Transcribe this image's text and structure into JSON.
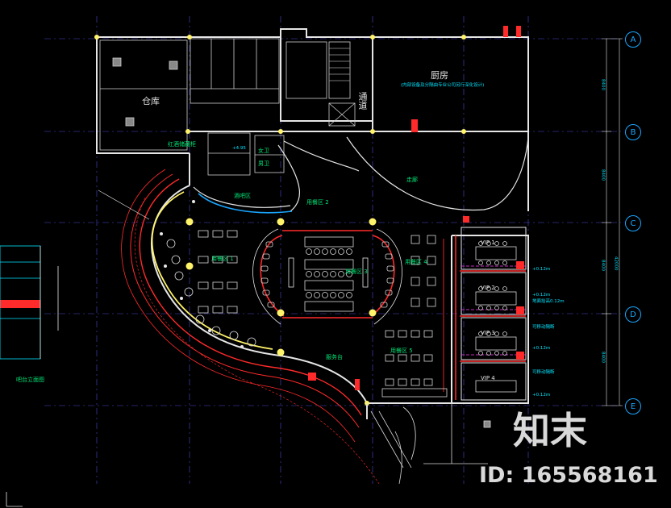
{
  "plan": {
    "kitchen": "厨房",
    "kitchen_note": "(内部设备及分隔由专业公司另行深化设计)",
    "warehouse": "仓库",
    "passage": "通道",
    "wine_room": "红酒储藏柜",
    "bar": "酒吧区",
    "dining_1": "用餐区 1",
    "dining_2": "用餐区 2",
    "dining_3": "用餐区 3",
    "dining_4": "用餐区 4",
    "dining_5": "用餐区 5",
    "service": "服务台",
    "ladies": "女卫",
    "gents": "男卫",
    "corridor": "走廊",
    "elev_note": "+4.95",
    "vip1": "VIP 1",
    "vip2": "VIP 2",
    "vip3": "VIP 3",
    "vip4": "VIP 4",
    "bar_elevation": "吧台立面图",
    "levels": [
      "+0.12m",
      "+0.12m",
      "+0.12m",
      "+0.12m"
    ],
    "level_notes": [
      "地面抬高0.12m",
      "可移动隔断",
      "可移动隔断"
    ]
  },
  "axes": [
    "A",
    "B",
    "C",
    "D",
    "E"
  ],
  "dims": [
    "8400",
    "8400",
    "8400",
    "8400",
    "42000"
  ],
  "watermark": {
    "brand": "知末",
    "id": "ID: 165568161"
  },
  "colors": {
    "background": "#000000",
    "wall": "#e6e6e6",
    "red": "#ff2a2a",
    "yellow": "#fff36a",
    "green": "#00e676",
    "cyan": "#00e5ff",
    "magenta": "#ff3df5",
    "blue": "#19a6ff",
    "grid": "#5b5bd6"
  }
}
